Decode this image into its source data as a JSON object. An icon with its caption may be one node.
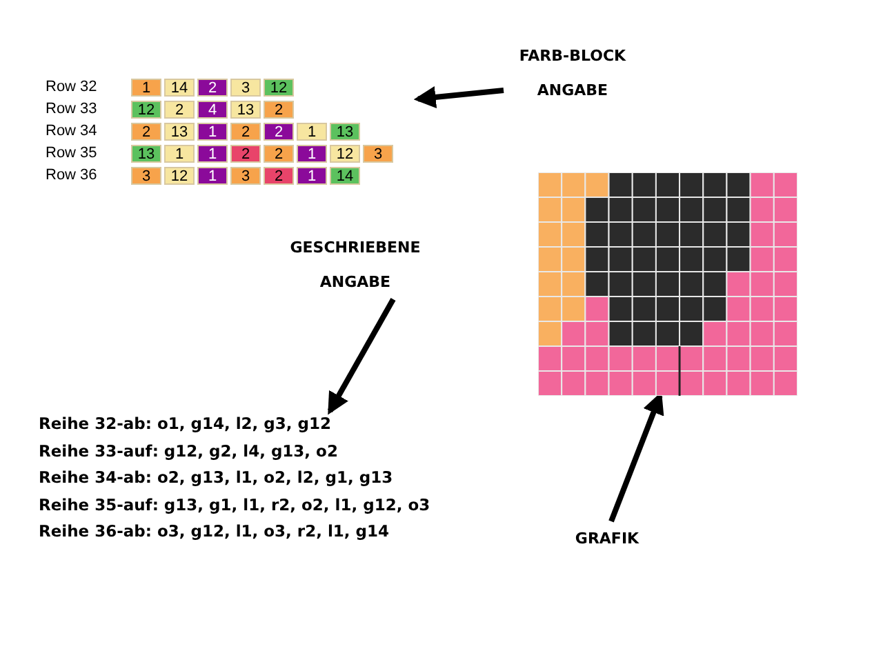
{
  "diagram": {
    "nodes": [
      {
        "text": [
          "FARB-BLOCK ANGABE"
        ]
      },
      {
        "text": [
          "Row 32",
          "1",
          "14",
          "2",
          "3",
          "12",
          "Row 33",
          "12",
          "2",
          "4",
          "13",
          "2",
          "Row 34",
          "2",
          "13",
          "1",
          "2",
          "2",
          "1",
          "13",
          "Row 35",
          "13",
          "1",
          "1",
          "2",
          "2",
          "1",
          "12",
          "3",
          "Row 36",
          "3",
          "12",
          "1",
          "3",
          "2",
          "1",
          "14"
        ]
      },
      {
        "text": [
          "GESCHRIEBENE ANGABE"
        ]
      },
      {
        "text": [
          "Reihe 32-ab: o1, g14, l2, g3, g12",
          "Reihe 33-auf: g12, g2, l4, g13, o2",
          "Reihe 34-ab: o2, g13, l1, o2, l2, g1, g13",
          "Reihe 35-auf: g13, g1, l1, r2, o2, l1, g12, o3",
          "Reihe 36-ab: o3, g12, l1, o3, r2, l1, g14"
        ]
      },
      {
        "text": [
          "GRAFIK"
        ]
      },
      {
        "text": [],
        "shape": "picture"
      }
    ],
    "edges": [
      {
        "from": 0,
        "to": 1,
        "arrow": "to"
      },
      {
        "from": 2,
        "to": 3,
        "arrow": "to"
      },
      {
        "from": 4,
        "to": 5,
        "arrow": "to"
      }
    ]
  }
}
